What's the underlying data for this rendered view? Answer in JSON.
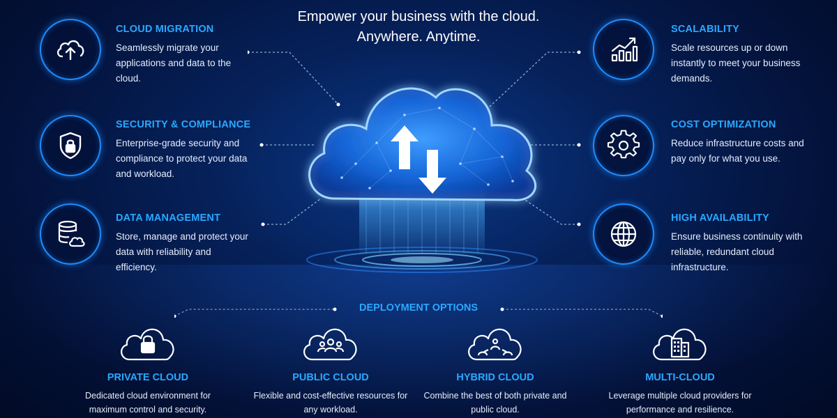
{
  "headline": {
    "line1": "Empower your business with the cloud.",
    "line2": "Anywhere. Anytime."
  },
  "features": {
    "cloud_migration": {
      "title": "CLOUD MIGRATION",
      "description": "Seamlessly migrate your applications and data to the cloud.",
      "icon": "cloud-upload-icon"
    },
    "security": {
      "title": "SECURITY & COMPLIANCE",
      "description": "Enterprise-grade security and compliance to protect your data and workload.",
      "icon": "shield-lock-icon"
    },
    "data_management": {
      "title": "DATA MANAGEMENT",
      "description": "Store, manage and protect your data with reliability and efficiency.",
      "icon": "database-cloud-icon"
    },
    "scalability": {
      "title": "SCALABILITY",
      "description": "Scale resources up or down instantly to meet your business demands.",
      "icon": "growth-chart-icon"
    },
    "cost_optimization": {
      "title": "COST OPTIMIZATION",
      "description": "Reduce infrastructure costs and pay only for what you use.",
      "icon": "gear-icon"
    },
    "high_availability": {
      "title": "HIGH AVAILABILITY",
      "description": "Ensure business continuity with reliable, redundant cloud infrastructure.",
      "icon": "globe-icon"
    }
  },
  "deployment": {
    "title": "DEPLOYMENT OPTIONS",
    "options": {
      "private": {
        "title": "PRIVATE CLOUD",
        "description": "Dedicated cloud environment for maximum control and security.",
        "icon": "cloud-lock-icon"
      },
      "public": {
        "title": "PUBLIC CLOUD",
        "description": "Flexible and cost-effective resources for any workload.",
        "icon": "cloud-users-icon"
      },
      "hybrid": {
        "title": "HYBRID CLOUD",
        "description": "Combine the best of both private and public cloud.",
        "icon": "cloud-network-icon"
      },
      "multi": {
        "title": "MULTI-CLOUD",
        "description": "Leverage multiple cloud providers for performance and resilience.",
        "icon": "cloud-building-icon"
      }
    }
  },
  "colors": {
    "accent": "#2aa8ff",
    "ring": "#1e8cff",
    "background": "#03123a",
    "text": "#ffffff"
  }
}
